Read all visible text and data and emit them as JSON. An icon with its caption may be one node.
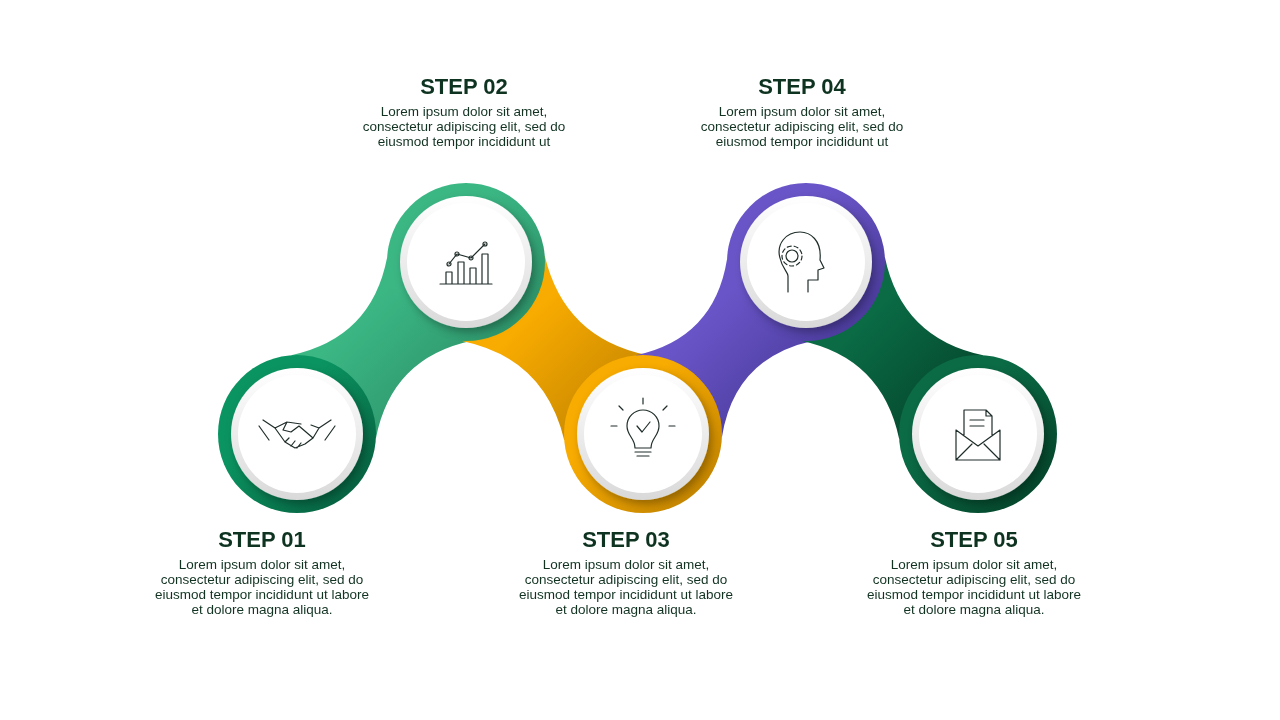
{
  "diagram": {
    "nodes": [
      {
        "text": [
          "STEP 01",
          "Lorem ipsum dolor sit amet, consectetur adipiscing elit, sed do eiusmod tempor incididunt ut labore et dolore magna aliqua."
        ]
      },
      {
        "text": [
          "STEP 02",
          "Lorem ipsum dolor sit amet, consectetur adipiscing elit, sed do eiusmod tempor incididunt ut"
        ]
      },
      {
        "text": [
          "STEP 03",
          "Lorem ipsum dolor sit amet, consectetur adipiscing elit, sed do eiusmod tempor incididunt ut labore et dolore magna aliqua."
        ]
      },
      {
        "text": [
          "STEP 04",
          "Lorem ipsum dolor sit amet, consectetur adipiscing elit, sed do eiusmod tempor incididunt ut"
        ]
      },
      {
        "text": [
          "STEP 05",
          "Lorem ipsum dolor sit amet, consectetur adipiscing elit, sed do eiusmod tempor incididunt ut labore et dolore magna aliqua."
        ]
      }
    ],
    "edges": [
      {
        "from": 0,
        "to": 1,
        "arrow": "none"
      },
      {
        "from": 1,
        "to": 2,
        "arrow": "none"
      },
      {
        "from": 2,
        "to": 3,
        "arrow": "none"
      },
      {
        "from": 3,
        "to": 4,
        "arrow": "none"
      }
    ]
  }
}
